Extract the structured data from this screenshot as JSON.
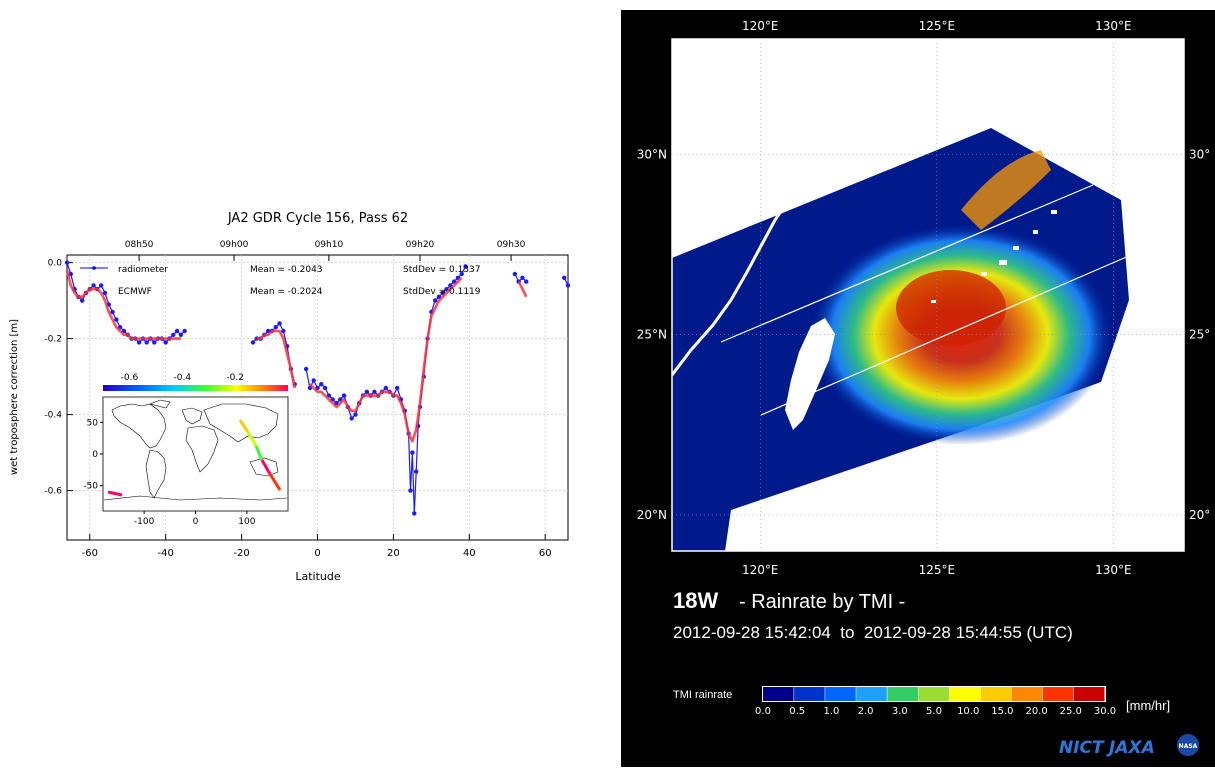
{
  "chart_data": [
    {
      "type": "line",
      "title": "JA2 GDR Cycle 156, Pass 62",
      "xlabel": "Latitude",
      "ylabel": "wet troposphere correction [m]",
      "xlim": [
        -66,
        66
      ],
      "ylim": [
        -0.73,
        0.02
      ],
      "x_ticks": [
        -60,
        -40,
        -20,
        0,
        20,
        40,
        60
      ],
      "y_ticks": [
        0.0,
        -0.2,
        -0.4,
        -0.6
      ],
      "top_axis_ticks": [
        {
          "label": "08h50",
          "lat": -47
        },
        {
          "label": "09h00",
          "lat": -22
        },
        {
          "label": "09h10",
          "lat": 3
        },
        {
          "label": "09h20",
          "lat": 27
        },
        {
          "label": "09h30",
          "lat": 51
        }
      ],
      "grid": true,
      "legend": [
        {
          "name": "radiometer",
          "color": "#0000ff",
          "marker": "dot",
          "mean_text": "Mean = -0.2043",
          "std_text": "StdDev = 0.1337"
        },
        {
          "name": "ECMWF",
          "color": "#ff0000",
          "marker": "line",
          "mean_text": "Mean = -0.2024",
          "std_text": "StdDev = 0.1119"
        }
      ],
      "series": [
        {
          "name": "radiometer",
          "color": "#1a1aff",
          "segments": [
            [
              [
                -66,
                0.0
              ],
              [
                -65,
                -0.03
              ],
              [
                -64,
                -0.07
              ],
              [
                -63,
                -0.09
              ],
              [
                -62,
                -0.1
              ],
              [
                -61,
                -0.08
              ],
              [
                -60,
                -0.07
              ],
              [
                -59,
                -0.06
              ],
              [
                -58,
                -0.07
              ],
              [
                -57,
                -0.06
              ],
              [
                -56,
                -0.08
              ],
              [
                -55,
                -0.11
              ],
              [
                -54,
                -0.13
              ],
              [
                -53,
                -0.15
              ],
              [
                -52,
                -0.17
              ],
              [
                -51,
                -0.18
              ],
              [
                -50,
                -0.19
              ],
              [
                -49,
                -0.2
              ],
              [
                -48,
                -0.2
              ],
              [
                -47,
                -0.21
              ],
              [
                -46,
                -0.2
              ],
              [
                -45,
                -0.21
              ],
              [
                -44,
                -0.2
              ],
              [
                -43,
                -0.21
              ],
              [
                -42,
                -0.2
              ],
              [
                -41,
                -0.2
              ],
              [
                -40,
                -0.21
              ],
              [
                -39,
                -0.2
              ],
              [
                -38,
                -0.19
              ],
              [
                -37,
                -0.18
              ],
              [
                -36,
                -0.19
              ],
              [
                -35,
                -0.18
              ]
            ],
            [
              [
                -17,
                -0.21
              ],
              [
                -16,
                -0.2
              ],
              [
                -15,
                -0.2
              ],
              [
                -14,
                -0.19
              ],
              [
                -13,
                -0.18
              ],
              [
                -12,
                -0.18
              ],
              [
                -11,
                -0.17
              ],
              [
                -10,
                -0.16
              ],
              [
                -9,
                -0.18
              ],
              [
                -8,
                -0.22
              ],
              [
                -7,
                -0.28
              ],
              [
                -6,
                -0.32
              ]
            ],
            [
              [
                -3,
                -0.28
              ],
              [
                -2,
                -0.33
              ],
              [
                -1,
                -0.31
              ],
              [
                0,
                -0.33
              ],
              [
                1,
                -0.32
              ],
              [
                2,
                -0.33
              ],
              [
                3,
                -0.35
              ],
              [
                4,
                -0.36
              ],
              [
                5,
                -0.37
              ],
              [
                6,
                -0.36
              ],
              [
                7,
                -0.35
              ],
              [
                8,
                -0.38
              ],
              [
                9,
                -0.41
              ],
              [
                10,
                -0.4
              ],
              [
                11,
                -0.37
              ],
              [
                12,
                -0.35
              ],
              [
                13,
                -0.34
              ],
              [
                14,
                -0.35
              ],
              [
                15,
                -0.34
              ],
              [
                16,
                -0.35
              ],
              [
                17,
                -0.34
              ],
              [
                18,
                -0.33
              ],
              [
                19,
                -0.34
              ],
              [
                20,
                -0.35
              ],
              [
                21,
                -0.33
              ],
              [
                22,
                -0.36
              ],
              [
                23,
                -0.39
              ],
              [
                24,
                -0.45
              ],
              [
                24.5,
                -0.6
              ],
              [
                25,
                -0.5
              ],
              [
                25.5,
                -0.66
              ],
              [
                26,
                -0.55
              ],
              [
                26.5,
                -0.43
              ],
              [
                27,
                -0.38
              ],
              [
                28,
                -0.3
              ],
              [
                29,
                -0.2
              ],
              [
                30,
                -0.13
              ],
              [
                31,
                -0.1
              ],
              [
                32,
                -0.09
              ],
              [
                33,
                -0.08
              ],
              [
                34,
                -0.07
              ],
              [
                35,
                -0.06
              ],
              [
                36,
                -0.05
              ],
              [
                37,
                -0.04
              ],
              [
                38,
                -0.03
              ],
              [
                39,
                -0.01
              ]
            ],
            [
              [
                52,
                -0.03
              ],
              [
                53,
                -0.05
              ],
              [
                54,
                -0.04
              ],
              [
                55,
                -0.05
              ]
            ],
            [
              [
                65,
                -0.04
              ],
              [
                66,
                -0.06
              ]
            ]
          ]
        },
        {
          "name": "ECMWF",
          "color": "#ff3030",
          "segments": [
            [
              [
                -66,
                -0.02
              ],
              [
                -65,
                -0.06
              ],
              [
                -64,
                -0.08
              ],
              [
                -63,
                -0.09
              ],
              [
                -62,
                -0.09
              ],
              [
                -61,
                -0.08
              ],
              [
                -60,
                -0.07
              ],
              [
                -59,
                -0.07
              ],
              [
                -58,
                -0.07
              ],
              [
                -57,
                -0.08
              ],
              [
                -56,
                -0.1
              ],
              [
                -55,
                -0.13
              ],
              [
                -54,
                -0.15
              ],
              [
                -53,
                -0.17
              ],
              [
                -52,
                -0.18
              ],
              [
                -51,
                -0.19
              ],
              [
                -50,
                -0.19
              ],
              [
                -49,
                -0.2
              ],
              [
                -48,
                -0.2
              ],
              [
                -47,
                -0.2
              ],
              [
                -46,
                -0.2
              ],
              [
                -45,
                -0.2
              ],
              [
                -44,
                -0.2
              ],
              [
                -43,
                -0.2
              ],
              [
                -42,
                -0.2
              ],
              [
                -41,
                -0.2
              ],
              [
                -40,
                -0.2
              ],
              [
                -39,
                -0.2
              ],
              [
                -38,
                -0.2
              ],
              [
                -37,
                -0.2
              ],
              [
                -36,
                -0.2
              ]
            ],
            [
              [
                -16,
                -0.2
              ],
              [
                -15,
                -0.2
              ],
              [
                -14,
                -0.19
              ],
              [
                -13,
                -0.19
              ],
              [
                -12,
                -0.18
              ],
              [
                -11,
                -0.18
              ],
              [
                -10,
                -0.18
              ],
              [
                -9,
                -0.2
              ],
              [
                -8,
                -0.24
              ],
              [
                -7,
                -0.28
              ],
              [
                -6,
                -0.33
              ]
            ],
            [
              [
                -2,
                -0.32
              ],
              [
                -1,
                -0.33
              ],
              [
                0,
                -0.34
              ],
              [
                1,
                -0.34
              ],
              [
                2,
                -0.35
              ],
              [
                3,
                -0.36
              ],
              [
                4,
                -0.37
              ],
              [
                5,
                -0.38
              ],
              [
                6,
                -0.37
              ],
              [
                7,
                -0.36
              ],
              [
                8,
                -0.38
              ],
              [
                9,
                -0.39
              ],
              [
                10,
                -0.39
              ],
              [
                11,
                -0.37
              ],
              [
                12,
                -0.35
              ],
              [
                13,
                -0.35
              ],
              [
                14,
                -0.35
              ],
              [
                15,
                -0.35
              ],
              [
                16,
                -0.35
              ],
              [
                17,
                -0.34
              ],
              [
                18,
                -0.34
              ],
              [
                19,
                -0.34
              ],
              [
                20,
                -0.35
              ],
              [
                21,
                -0.35
              ],
              [
                22,
                -0.37
              ],
              [
                23,
                -0.4
              ],
              [
                24,
                -0.45
              ],
              [
                25,
                -0.47
              ],
              [
                26,
                -0.44
              ],
              [
                27,
                -0.37
              ],
              [
                28,
                -0.28
              ],
              [
                29,
                -0.2
              ],
              [
                30,
                -0.14
              ],
              [
                31,
                -0.12
              ],
              [
                32,
                -0.1
              ],
              [
                33,
                -0.09
              ],
              [
                34,
                -0.08
              ],
              [
                35,
                -0.07
              ],
              [
                36,
                -0.06
              ],
              [
                37,
                -0.05
              ],
              [
                38,
                -0.04
              ]
            ],
            [
              [
                53,
                -0.05
              ],
              [
                54,
                -0.07
              ],
              [
                55,
                -0.09
              ]
            ]
          ]
        }
      ],
      "inset": {
        "x_ticks": [
          -100,
          0,
          100
        ],
        "y_ticks": [
          50,
          0,
          -50
        ],
        "xlim": [
          -180,
          180
        ],
        "ylim": [
          -90,
          90
        ],
        "colorbar_ticks": [
          -0.6,
          -0.4,
          -0.2
        ],
        "colorbar_range": [
          -0.7,
          0.0
        ]
      }
    },
    {
      "type": "heatmap",
      "storm_id": "18W",
      "title": "- Rainrate by TMI -",
      "time_range": "2012-09-28 15:42:04  to  2012-09-28 15:44:55 (UTC)",
      "lon_ticks": [
        "120°E",
        "125°E",
        "130°E"
      ],
      "lat_ticks": [
        "30°N",
        "25°N",
        "20°N"
      ],
      "lat_ticks_right": [
        "30°",
        "25°",
        "20°"
      ],
      "xlim": [
        117.5,
        132
      ],
      "ylim": [
        19,
        33.2
      ],
      "colorbar_label": "TMI rainrate",
      "colorbar_unit": "[mm/hr]",
      "colorbar_ticks": [
        "0.0",
        "0.5",
        "1.0",
        "2.0",
        "3.0",
        "5.0",
        "10.0",
        "15.0",
        "20.0",
        "25.0",
        "30.0"
      ],
      "colorbar_colors": [
        "#00008b",
        "#0033cc",
        "#0066ff",
        "#1ea0ff",
        "#33cc66",
        "#99dd33",
        "#ffff00",
        "#ffcc00",
        "#ff8800",
        "#ff3300",
        "#cc0000"
      ],
      "logos": [
        "NICT",
        "JAXA",
        "NASA"
      ]
    }
  ]
}
